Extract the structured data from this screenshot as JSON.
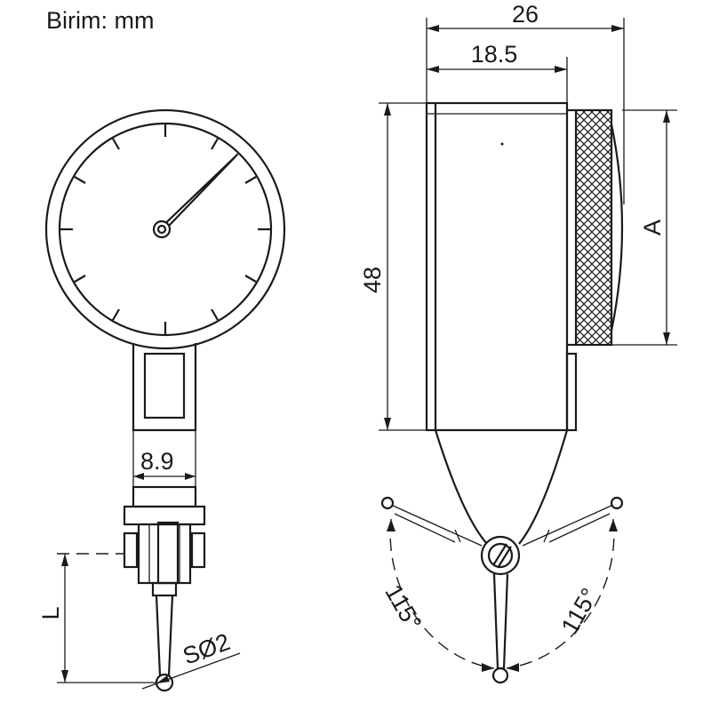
{
  "unit_label": "Birim: mm",
  "dimensions": {
    "overall_depth": "26",
    "body_depth": "18.5",
    "height": "48",
    "knob_height": "A",
    "stem_width": "8.9",
    "stylus_length": "L",
    "ball_diameter": "SØ2",
    "swing_angle_left": "115°",
    "swing_angle_right": "115°"
  }
}
